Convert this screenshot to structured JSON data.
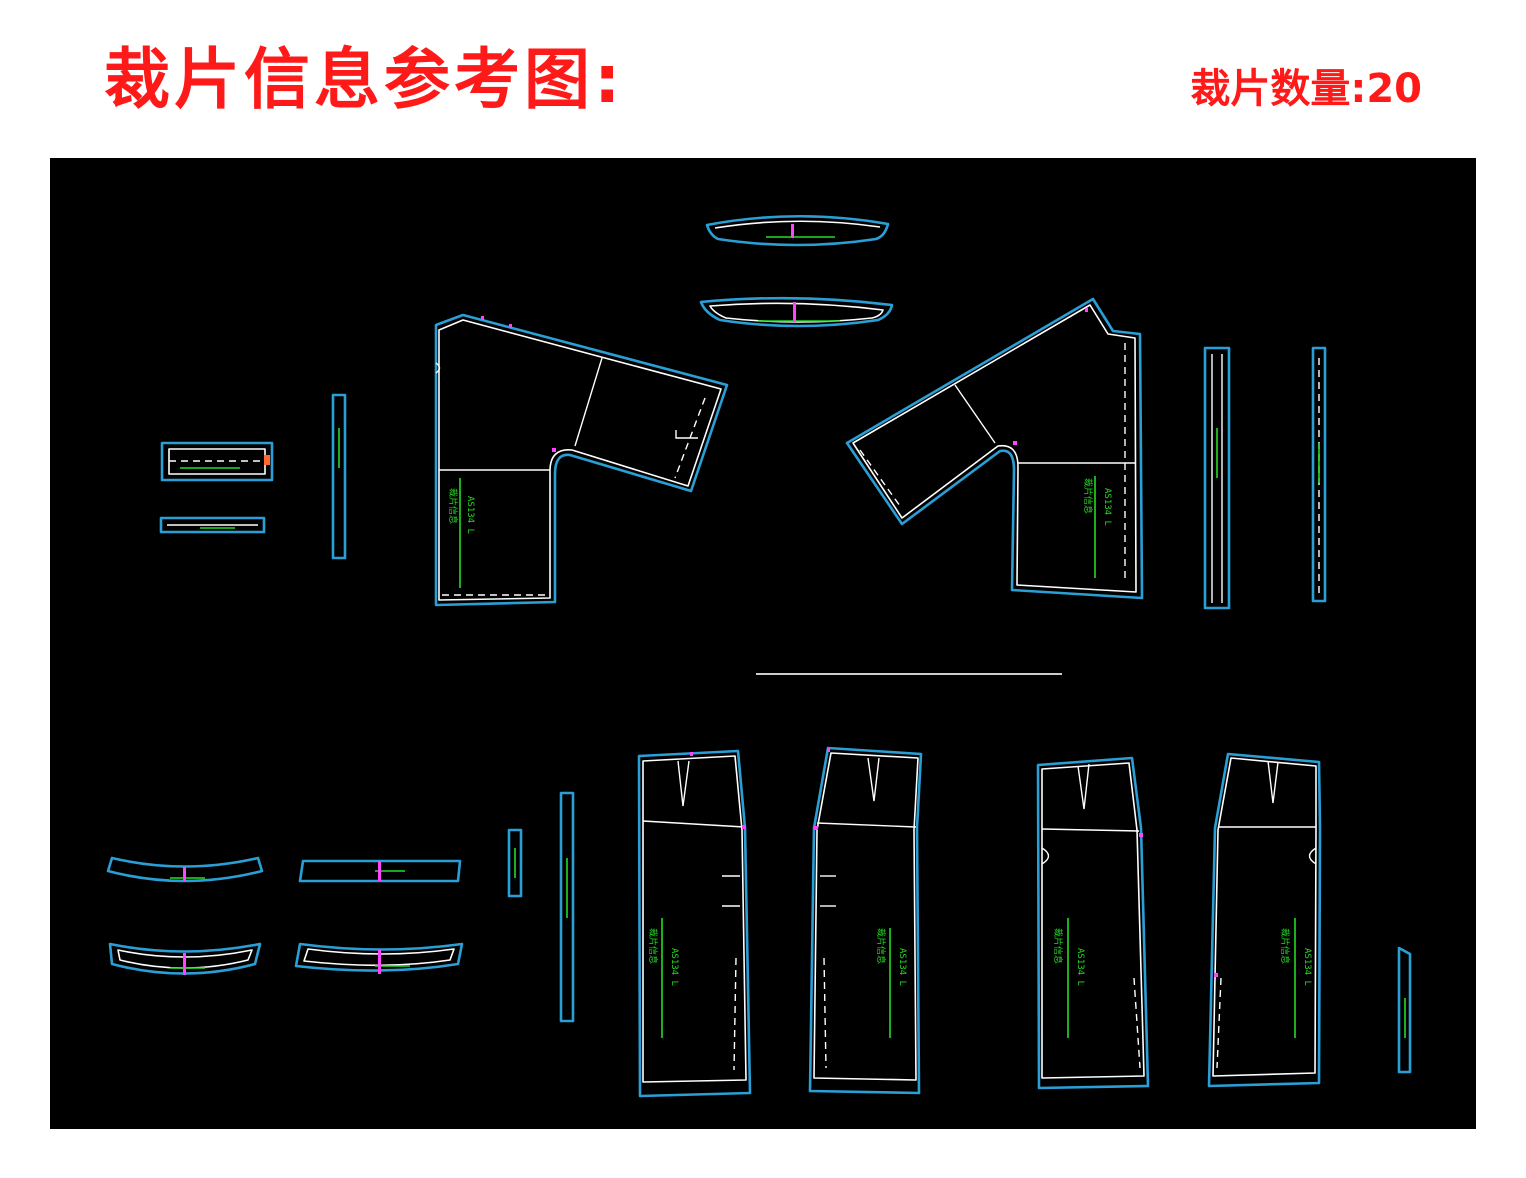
{
  "header": {
    "title": "裁片信息参考图:",
    "count_label": "裁片数量:20"
  },
  "colors": {
    "title_red": "#ff1a1a",
    "canvas_bg": "#000000",
    "outline_blue": "#2a9fd6",
    "seam_white": "#ffffff",
    "label_green": "#22dd22",
    "notch_magenta": "#ff44ff"
  },
  "pieces": {
    "front_bodice_code": "AS134 L",
    "back_bodice_code": "AS134 L",
    "front_skirt_left_code": "AS134 L",
    "front_skirt_right_code": "AS134 L",
    "back_skirt_left_code": "AS134 L",
    "back_skirt_right_code": "AS134 L"
  }
}
